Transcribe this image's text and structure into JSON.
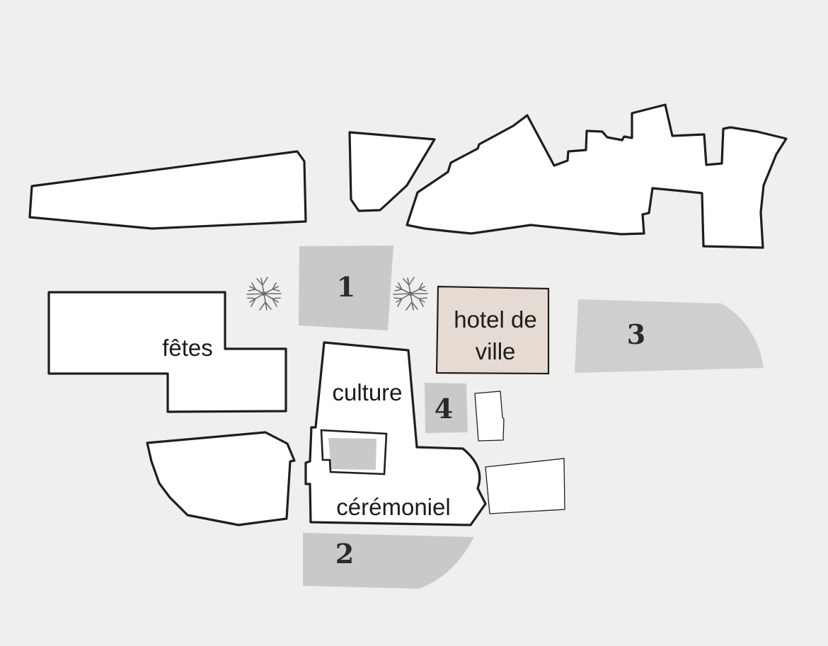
{
  "plan": {
    "colors": {
      "background": "#efefee",
      "building_fill": "#ffffff",
      "building_outline": "#1e1e1e",
      "square_fill": "#c9c9c9",
      "hotel_fill": "#e5dbd2",
      "tree": "#6e6e6e"
    },
    "buildings": {
      "fetes": "fêtes",
      "culture": "culture",
      "ceremoniel": "cérémoniel",
      "hotel_line1": "hotel de",
      "hotel_line2": "ville"
    },
    "squares": {
      "one": "1",
      "two": "2",
      "three": "3",
      "four": "4"
    },
    "trees": [
      "tree-icon",
      "tree-icon"
    ]
  }
}
